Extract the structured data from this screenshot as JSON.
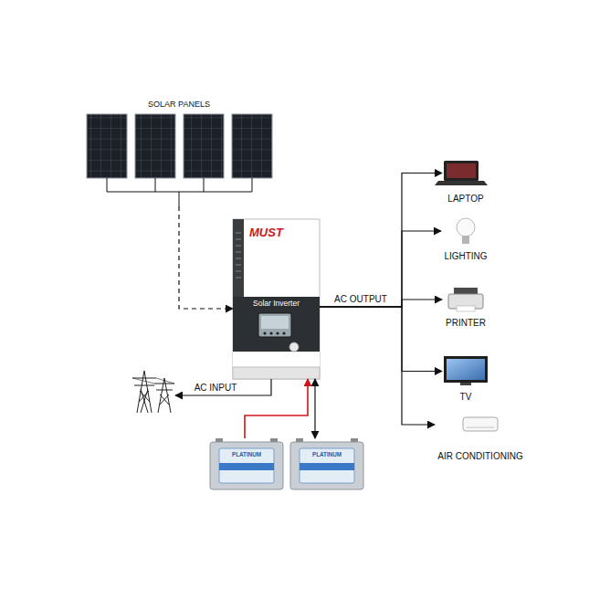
{
  "diagram": {
    "nodes": [
      {
        "text": [
          "SOLAR PANELS"
        ]
      },
      {
        "text": [
          "MUST",
          "Solar Inverter"
        ]
      },
      {
        "text": [
          "LAPTOP"
        ]
      },
      {
        "text": [
          "LIGHTING"
        ]
      },
      {
        "text": [
          "PRINTER"
        ]
      },
      {
        "text": [
          "TV"
        ]
      },
      {
        "text": [
          "AIR CONDITIONING"
        ]
      },
      {
        "text": [
          "PLATINUM"
        ]
      },
      {
        "text": [
          "PLATINUM"
        ]
      }
    ],
    "edges": [
      {
        "from": 0,
        "to": 1,
        "arrow": "to"
      },
      {
        "from": 1,
        "to": 2,
        "arrow": "to",
        "label": "AC OUTPUT"
      },
      {
        "from": 1,
        "to": 3,
        "arrow": "to"
      },
      {
        "from": 1,
        "to": 4,
        "arrow": "to"
      },
      {
        "from": 1,
        "to": 5,
        "arrow": "to"
      },
      {
        "from": 1,
        "to": 6,
        "arrow": "to"
      },
      {
        "from": 7,
        "to": 1,
        "arrow": "to"
      },
      {
        "from": 1,
        "to": 8,
        "arrow": "both"
      }
    ],
    "labels": [
      "AC INPUT"
    ]
  }
}
